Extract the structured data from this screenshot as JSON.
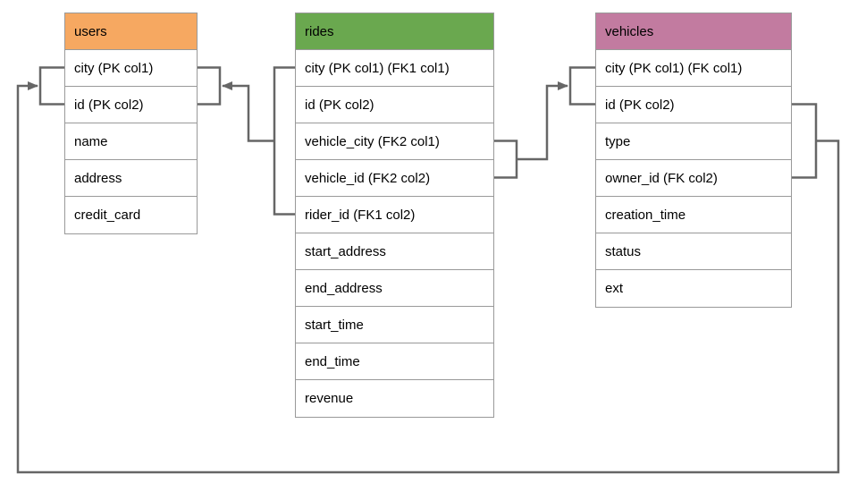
{
  "diagram": {
    "background": "#FFFFFF",
    "colors": {
      "connector": "#666666",
      "table_border": "#999999",
      "text": "#000000",
      "users_header": "#F6A861",
      "rides_header": "#6AA84F",
      "vehicles_header": "#C27BA0"
    },
    "tables": {
      "users": {
        "title": "users",
        "header_color": "#F6A861",
        "rows": [
          "city (PK col1)",
          "id (PK col2)",
          "name",
          "address",
          "credit_card"
        ]
      },
      "rides": {
        "title": "rides",
        "header_color": "#6AA84F",
        "rows": [
          "city (PK col1) (FK1 col1)",
          "id (PK col2)",
          "vehicle_city (FK2 col1)",
          "vehicle_id (FK2 col2)",
          "rider_id (FK1 col2)",
          "start_address",
          "end_address",
          "start_time",
          "end_time",
          "revenue"
        ]
      },
      "vehicles": {
        "title": "vehicles",
        "header_color": "#C27BA0",
        "rows": [
          "city (PK col1) (FK col1)",
          "id (PK col2)",
          "type",
          "owner_id (FK col2)",
          "creation_time",
          "status",
          "ext"
        ]
      }
    },
    "relationships": [
      {
        "name": "rides-to-users",
        "from_table": "rides",
        "from_columns": [
          "city (PK col1) (FK1 col1)",
          "rider_id (FK1 col2)"
        ],
        "to_table": "users",
        "to_columns": [
          "city (PK col1)",
          "id (PK col2)"
        ],
        "arrow_points_to": "users"
      },
      {
        "name": "rides-to-vehicles",
        "from_table": "rides",
        "from_columns": [
          "vehicle_city (FK2 col1)",
          "vehicle_id (FK2 col2)"
        ],
        "to_table": "vehicles",
        "to_columns": [
          "city (PK col1) (FK col1)",
          "id (PK col2)"
        ],
        "arrow_points_to": "vehicles"
      },
      {
        "name": "vehicles-to-users",
        "from_table": "vehicles",
        "from_columns": [
          "id (PK col2)",
          "owner_id (FK col2)"
        ],
        "to_table": "users",
        "to_columns": [
          "city (PK col1)",
          "id (PK col2)"
        ],
        "arrow_points_to": "users"
      }
    ]
  }
}
